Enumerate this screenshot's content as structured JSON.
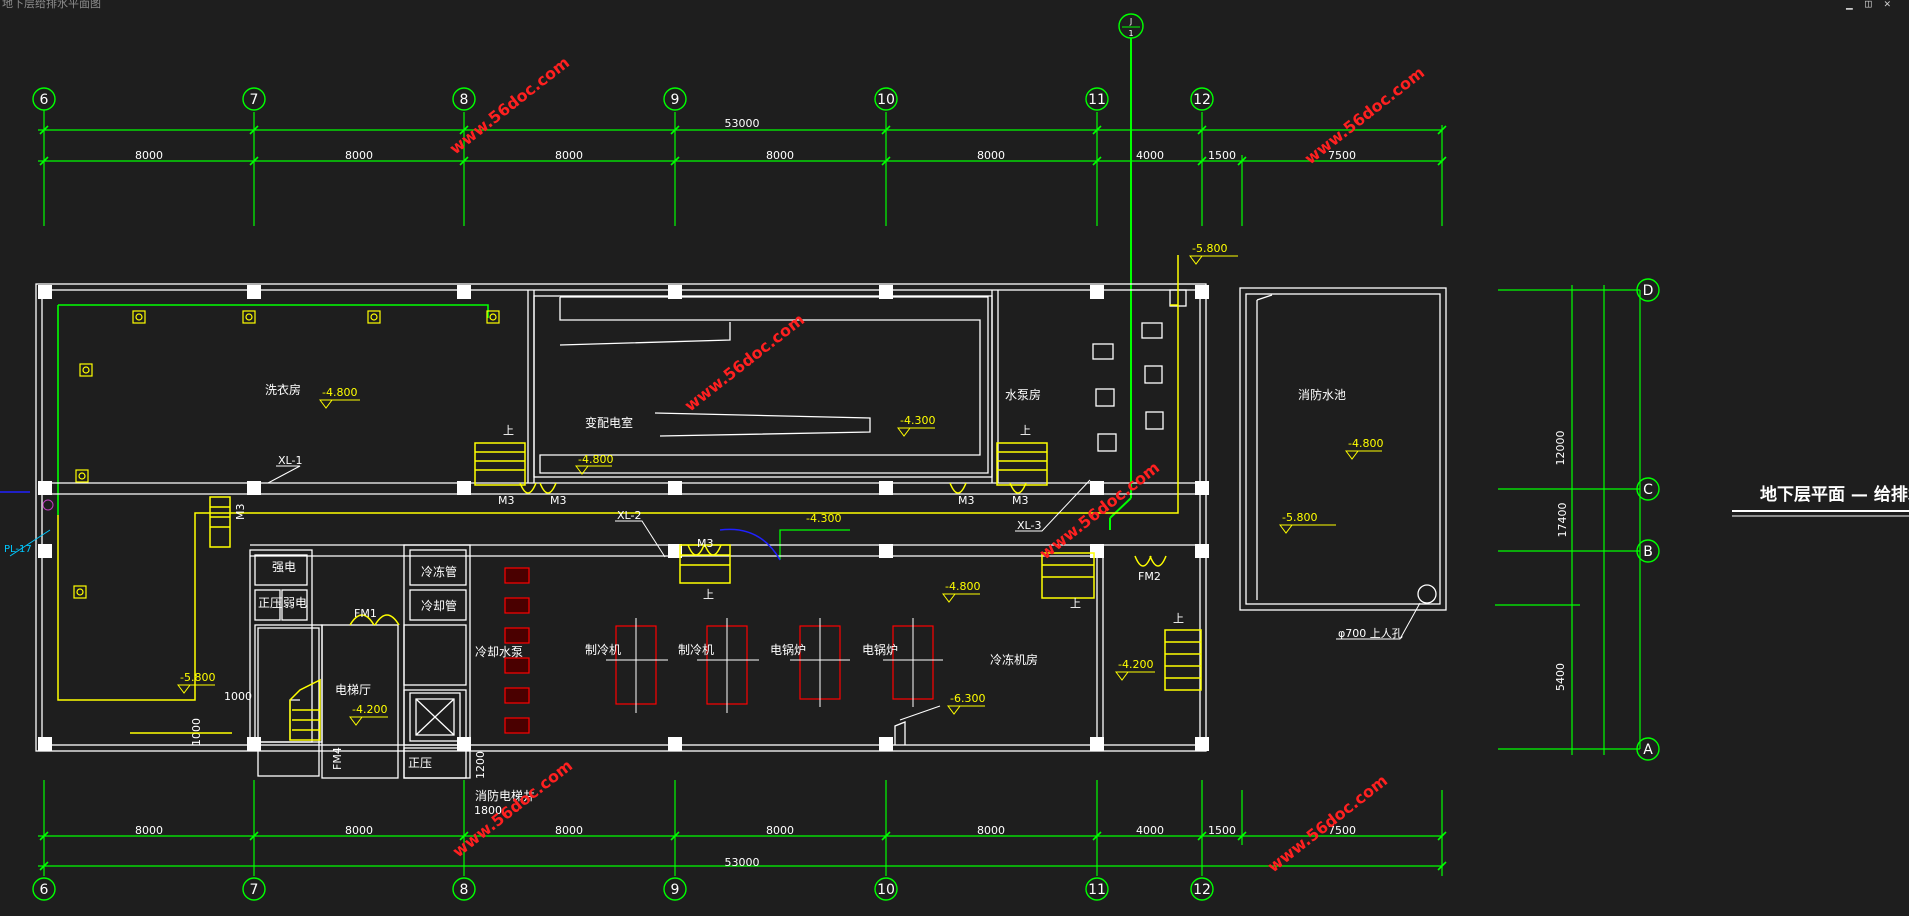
{
  "window": {
    "title": "地下层给排水平面图",
    "minimize_glyph": "▁",
    "maximize_glyph": "◫",
    "close_glyph": "✕"
  },
  "colors": {
    "background": "#1e1e1e",
    "grid": "#00ff00",
    "walls": "#ffffff",
    "pipe_yellow": "#ffff00",
    "watermark": "#ff2020",
    "blue": "#2020ff",
    "cyan": "#00c8ff",
    "equipment": "#ff0000"
  },
  "axes": {
    "numbers": [
      "6",
      "7",
      "8",
      "9",
      "10",
      "11",
      "12"
    ],
    "letters": [
      "D",
      "C",
      "B",
      "A"
    ],
    "extra_axis": {
      "num": "J",
      "den": "1"
    }
  },
  "dimensions": {
    "top_total": "53000",
    "bottom_total": "53000",
    "top_spans": [
      "8000",
      "8000",
      "8000",
      "8000",
      "8000",
      "4000",
      "1500",
      "7500"
    ],
    "bottom_spans": [
      "8000",
      "8000",
      "8000",
      "8000",
      "8000",
      "4000",
      "1500",
      "7500"
    ],
    "right_outer": "17400",
    "right_spans": [
      "12000",
      "5400"
    ],
    "small": [
      "1000",
      "1000",
      "1200",
      "1800"
    ]
  },
  "rooms": {
    "laundry": "洗衣房",
    "substation": "变配电室",
    "pump_room": "水泵房",
    "fire_pool": "消防水池",
    "chiller_room": "冷冻机房",
    "elevator_hall": "电梯厅",
    "cooling_pump": "冷却水泵",
    "chiller_1": "制冷机",
    "chiller_2": "制冷机",
    "boiler_1": "电锅炉",
    "boiler_2": "电锅炉",
    "fire_elevator": "消防电梯井",
    "strong_elec": "强电",
    "weak_elec": "弱电",
    "pressure_1": "正压",
    "pressure_2": "正压",
    "chilled_pipe": "冷冻管",
    "cooling_pipe": "冷却管"
  },
  "levels": {
    "laundry": "-4.800",
    "sub_corr": "-4.800",
    "substation": "-4.300",
    "corridor": "-4.300",
    "pump_top": "-5.800",
    "fire_pool_1": "-4.800",
    "fire_pool_2": "-5.800",
    "chiller": "-4.800",
    "pit": "-6.300",
    "left": "-5.800",
    "elevator": "-4.200",
    "stair_right": "-4.200"
  },
  "labels": {
    "xl1": "XL-1",
    "xl2": "XL-2",
    "xl3": "XL-3",
    "fm1": "FM1",
    "fm2": "FM2",
    "fm4": "FM4",
    "m3": "M3",
    "up": "上",
    "pl": "PL-17",
    "manhole": "φ700 上人孔",
    "sheet_title": "地下层平面 — 给排水"
  },
  "watermark": "www.56doc.com"
}
